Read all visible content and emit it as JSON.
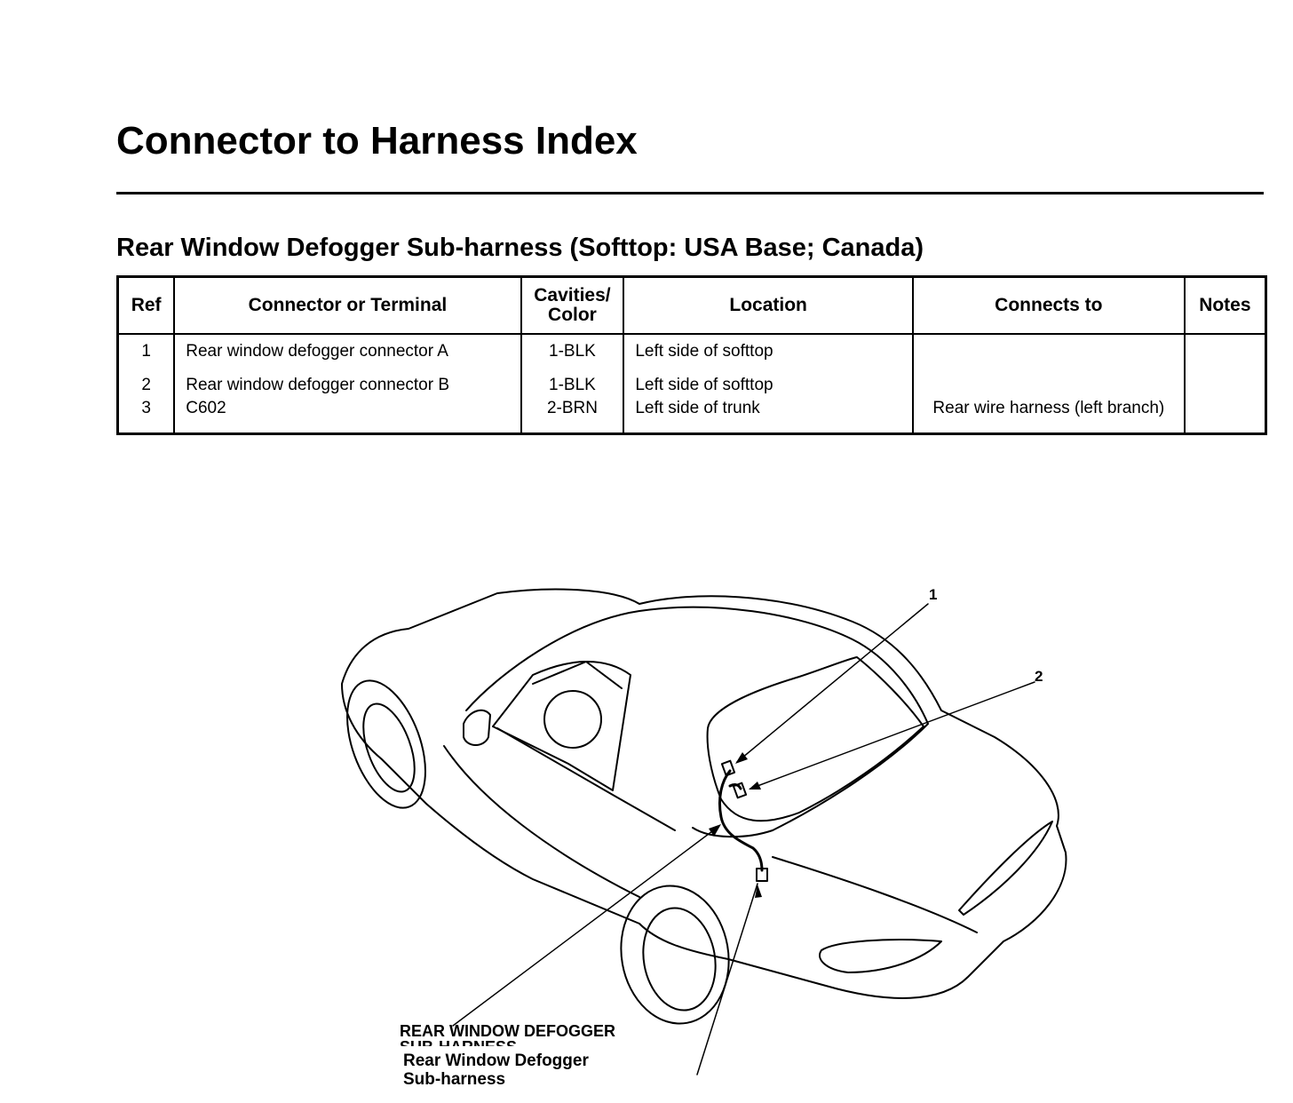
{
  "page": {
    "title": "Connector to Harness Index"
  },
  "section": {
    "heading": "Rear Window Defogger Sub-harness (Softtop: USA Base; Canada)"
  },
  "table": {
    "headers": {
      "ref": "Ref",
      "connector": "Connector or Terminal",
      "cavities_line1": "Cavities/",
      "cavities_line2": "Color",
      "location": "Location",
      "connects_to": "Connects to",
      "notes": "Notes"
    },
    "rows": [
      {
        "ref": "1",
        "connector": "Rear window defogger connector A",
        "cavities": "1-BLK",
        "location": "Left side of softtop",
        "connects_to": "",
        "notes": ""
      },
      {
        "ref": "2",
        "connector": "Rear window defogger connector B",
        "cavities": "1-BLK",
        "location": "Left side of softtop",
        "connects_to": "",
        "notes": ""
      },
      {
        "ref": "3",
        "connector": "C602",
        "cavities": "2-BRN",
        "location": "Left side of trunk",
        "connects_to": "Rear wire harness (left branch)",
        "notes": ""
      }
    ]
  },
  "diagram": {
    "callouts": [
      "1",
      "2"
    ],
    "harness_label_caps_line1": "REAR WINDOW DEFOGGER",
    "harness_label_caps_line2": "SUB-HARNESS",
    "harness_label_line1": "Rear Window Defogger",
    "harness_label_line2": "Sub-harness"
  }
}
